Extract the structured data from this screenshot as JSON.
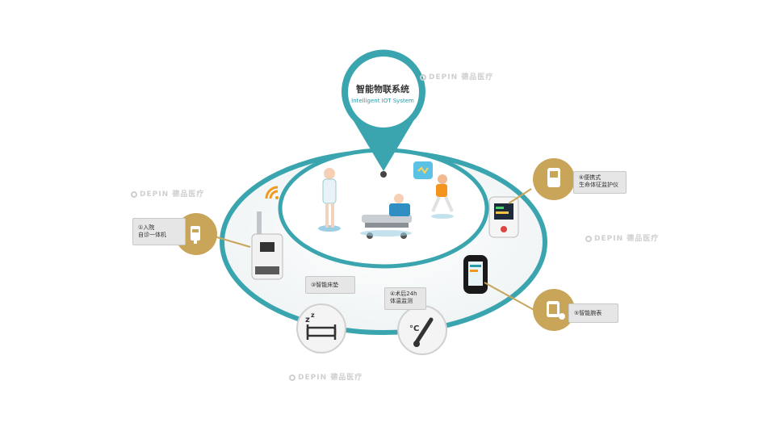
{
  "system": {
    "title_cn": "智能物联系统",
    "title_en": "Intelligent IOT System"
  },
  "nodes": [
    {
      "id": "admission",
      "lines": [
        "①入院",
        "自诊一体机"
      ]
    },
    {
      "id": "bed",
      "lines": [
        "③智能床垫"
      ]
    },
    {
      "id": "temp",
      "lines": [
        "④术后24h",
        "体温监测"
      ]
    },
    {
      "id": "monitor",
      "lines": [
        "⑥便携式",
        "生命体征监护仪"
      ]
    },
    {
      "id": "watch",
      "lines": [
        "⑤智能腕表"
      ]
    }
  ],
  "watermark": "DEPIN 德品医疗",
  "colors": {
    "teal": "#3aa5ae",
    "gold": "#c9a55a",
    "label_bg": "#e6e6e6"
  }
}
